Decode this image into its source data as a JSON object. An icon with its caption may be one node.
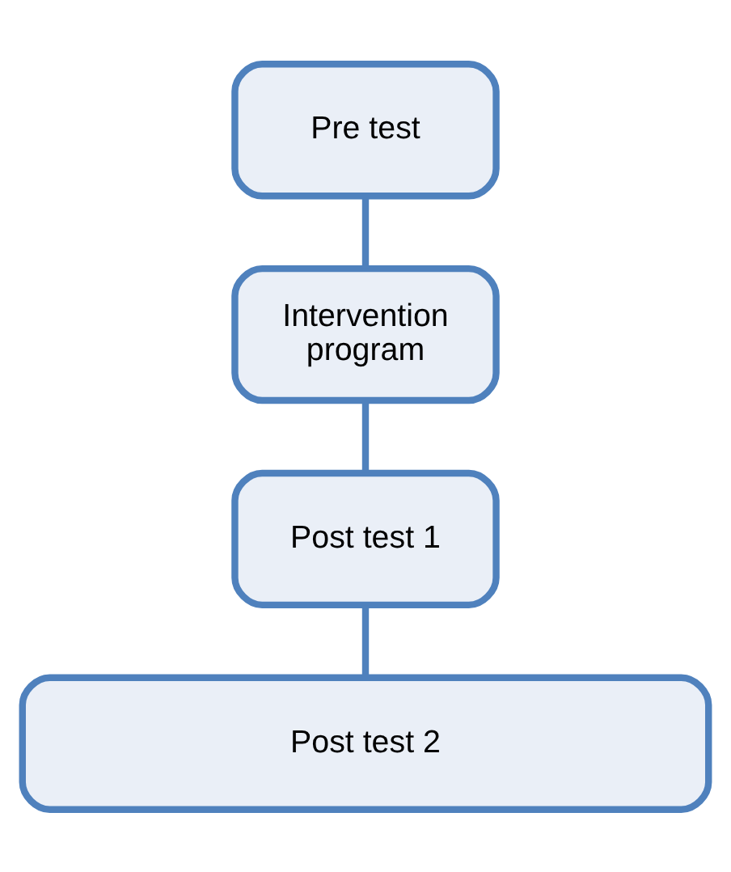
{
  "diagram": {
    "nodes": [
      {
        "text": [
          "Pre test"
        ]
      },
      {
        "text": [
          "Intervention program"
        ]
      },
      {
        "text": [
          "Post test 1"
        ]
      },
      {
        "text": [
          "Post test 2"
        ]
      }
    ],
    "edges": [
      {
        "from": 0,
        "to": 1,
        "arrow": "none"
      },
      {
        "from": 1,
        "to": 2,
        "arrow": "none"
      },
      {
        "from": 2,
        "to": 3,
        "arrow": "none"
      }
    ]
  }
}
